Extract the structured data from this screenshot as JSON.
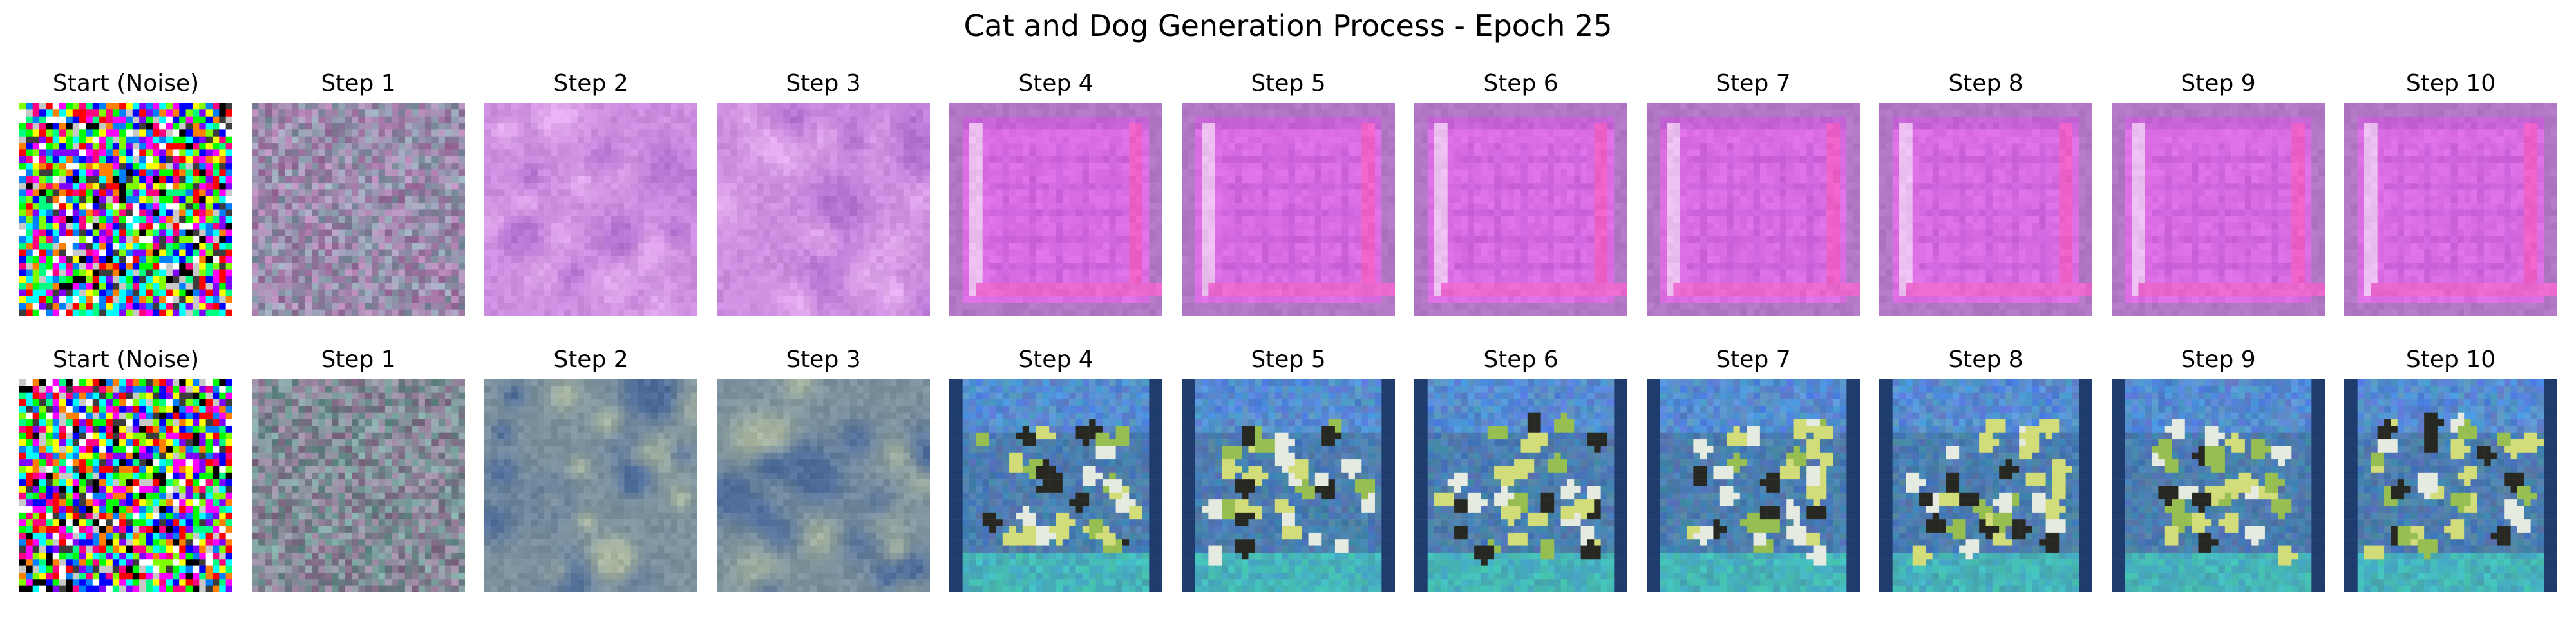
{
  "title": "Cat and Dog Generation Process - Epoch 25",
  "rows": [
    {
      "panels": [
        {
          "label": "Start (Noise)",
          "content": "random-noise"
        },
        {
          "label": "Step 1",
          "content": "grayish-lavender-blur"
        },
        {
          "label": "Step 2",
          "content": "pink-purple-blotches"
        },
        {
          "label": "Step 3",
          "content": "pink-purple-blotches"
        },
        {
          "label": "Step 4",
          "content": "magenta-square-frame"
        },
        {
          "label": "Step 5",
          "content": "magenta-square-frame"
        },
        {
          "label": "Step 6",
          "content": "magenta-square-frame"
        },
        {
          "label": "Step 7",
          "content": "magenta-square-frame"
        },
        {
          "label": "Step 8",
          "content": "magenta-square-frame"
        },
        {
          "label": "Step 9",
          "content": "magenta-square-frame"
        },
        {
          "label": "Step 10",
          "content": "magenta-square-frame"
        }
      ]
    },
    {
      "panels": [
        {
          "label": "Start (Noise)",
          "content": "random-noise"
        },
        {
          "label": "Step 1",
          "content": "grayish-blur"
        },
        {
          "label": "Step 2",
          "content": "blue-yellow-blotches"
        },
        {
          "label": "Step 3",
          "content": "blue-yellow-blotches"
        },
        {
          "label": "Step 4",
          "content": "blue-green-scene"
        },
        {
          "label": "Step 5",
          "content": "blue-green-scene"
        },
        {
          "label": "Step 6",
          "content": "blue-green-scene"
        },
        {
          "label": "Step 7",
          "content": "blue-green-scene"
        },
        {
          "label": "Step 8",
          "content": "blue-green-scene"
        },
        {
          "label": "Step 9",
          "content": "blue-green-scene"
        },
        {
          "label": "Step 10",
          "content": "blue-green-scene"
        }
      ]
    }
  ],
  "colors": {
    "background": "#ffffff",
    "text": "#000000",
    "row1_base": "#d868e0",
    "row2_base": "#3a6ea8"
  }
}
